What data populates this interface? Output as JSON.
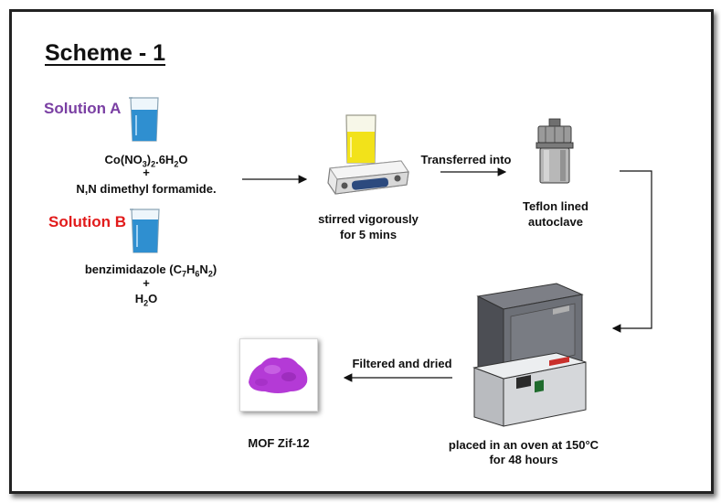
{
  "title": "Scheme - 1",
  "solution_a": {
    "label": "Solution A",
    "color": "#7a3fa3",
    "reagent_1": "Co(NO3)2.6H2O",
    "plus": "+",
    "reagent_2": "N,N dimethyl formamide."
  },
  "solution_b": {
    "label": "Solution B",
    "color": "#e21b1b",
    "reagent_1": "benzimidazole (C7H6N2)",
    "plus": "+",
    "reagent_2": "H2O"
  },
  "steps": {
    "stir": {
      "line1": "stirred vigorously",
      "line2": "for 5 mins"
    },
    "transfer": "Transferred into",
    "autoclave": {
      "line1": "Teflon lined",
      "line2": "autoclave"
    },
    "oven": {
      "line1": "placed in an oven at 150°C",
      "line2": "for 48 hours"
    },
    "filter": "Filtered and dried",
    "product": "MOF Zif-12"
  },
  "colors": {
    "beaker_liquid": "#2f8fd0",
    "stirred_liquid": "#f2e21a",
    "product_powder": "#b43ad6"
  }
}
